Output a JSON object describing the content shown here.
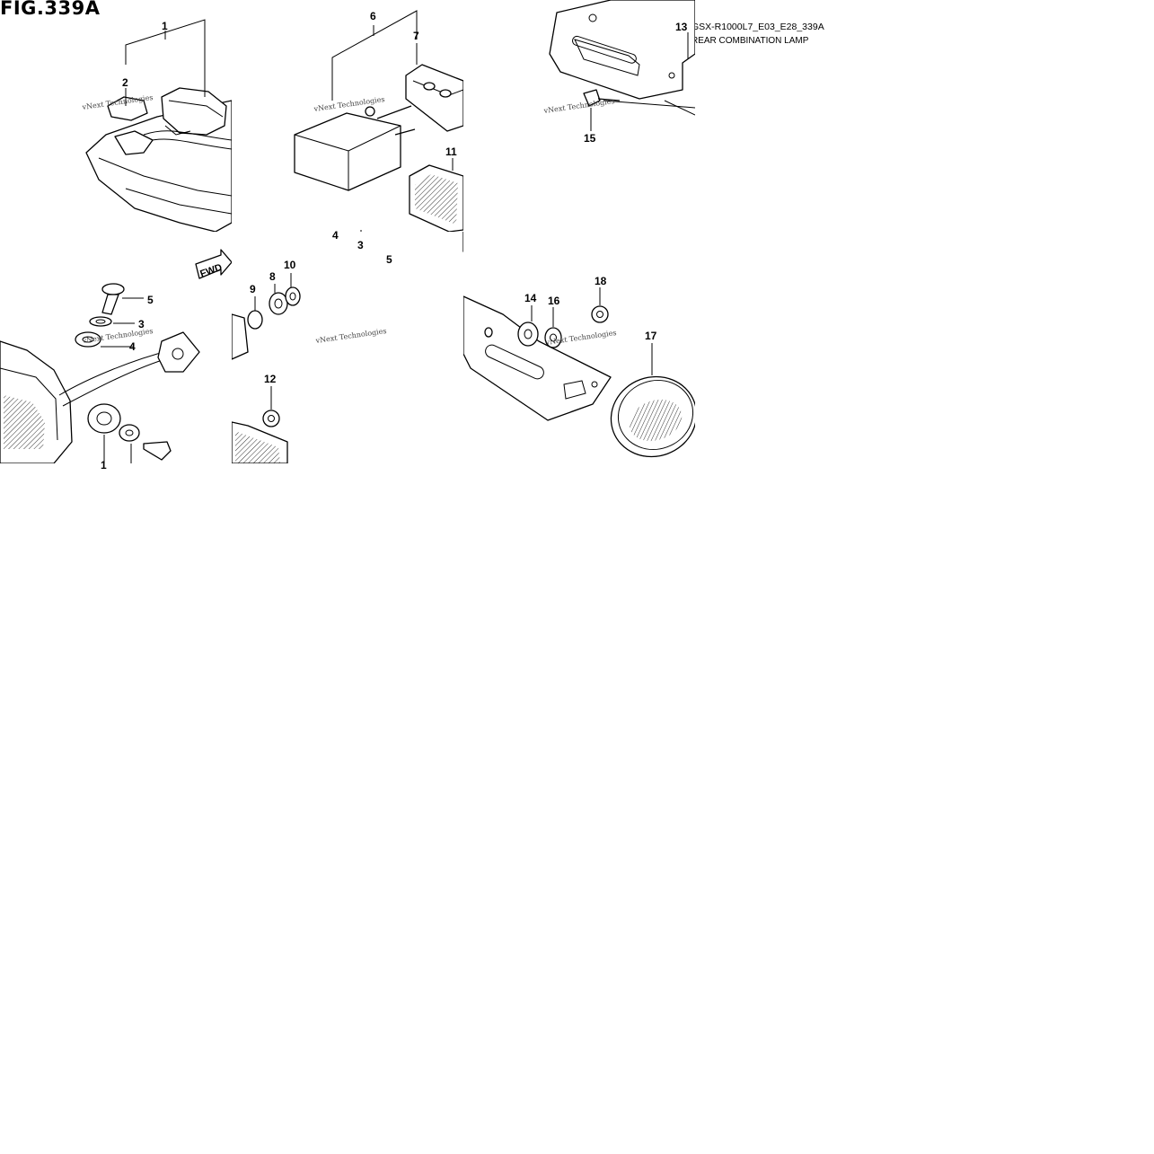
{
  "figure": {
    "title": "FIG.339A",
    "drawing_code": "GSX-R1000L7_E03_E28_339A",
    "assembly_name": "REAR COMBINATION LAMP"
  },
  "watermark": "vNext Technologies",
  "fwd_label": "FWD",
  "callouts": [
    {
      "id": "c1",
      "label": "1"
    },
    {
      "id": "c2",
      "label": "2"
    },
    {
      "id": "c6",
      "label": "6"
    },
    {
      "id": "c7",
      "label": "7"
    },
    {
      "id": "c11",
      "label": "11"
    },
    {
      "id": "c4a",
      "label": "4"
    },
    {
      "id": "c3a",
      "label": "3"
    },
    {
      "id": "c5a",
      "label": "5"
    },
    {
      "id": "c5b",
      "label": "5"
    },
    {
      "id": "c3b",
      "label": "3"
    },
    {
      "id": "c4b",
      "label": "4"
    },
    {
      "id": "c9",
      "label": "9"
    },
    {
      "id": "c8",
      "label": "8"
    },
    {
      "id": "c10",
      "label": "10"
    },
    {
      "id": "c12",
      "label": "12"
    },
    {
      "id": "c13",
      "label": "13"
    },
    {
      "id": "c15",
      "label": "15"
    },
    {
      "id": "c14",
      "label": "14"
    },
    {
      "id": "c16",
      "label": "16"
    },
    {
      "id": "c18",
      "label": "18"
    },
    {
      "id": "c17",
      "label": "17"
    },
    {
      "id": "c1b",
      "label": "1"
    }
  ]
}
